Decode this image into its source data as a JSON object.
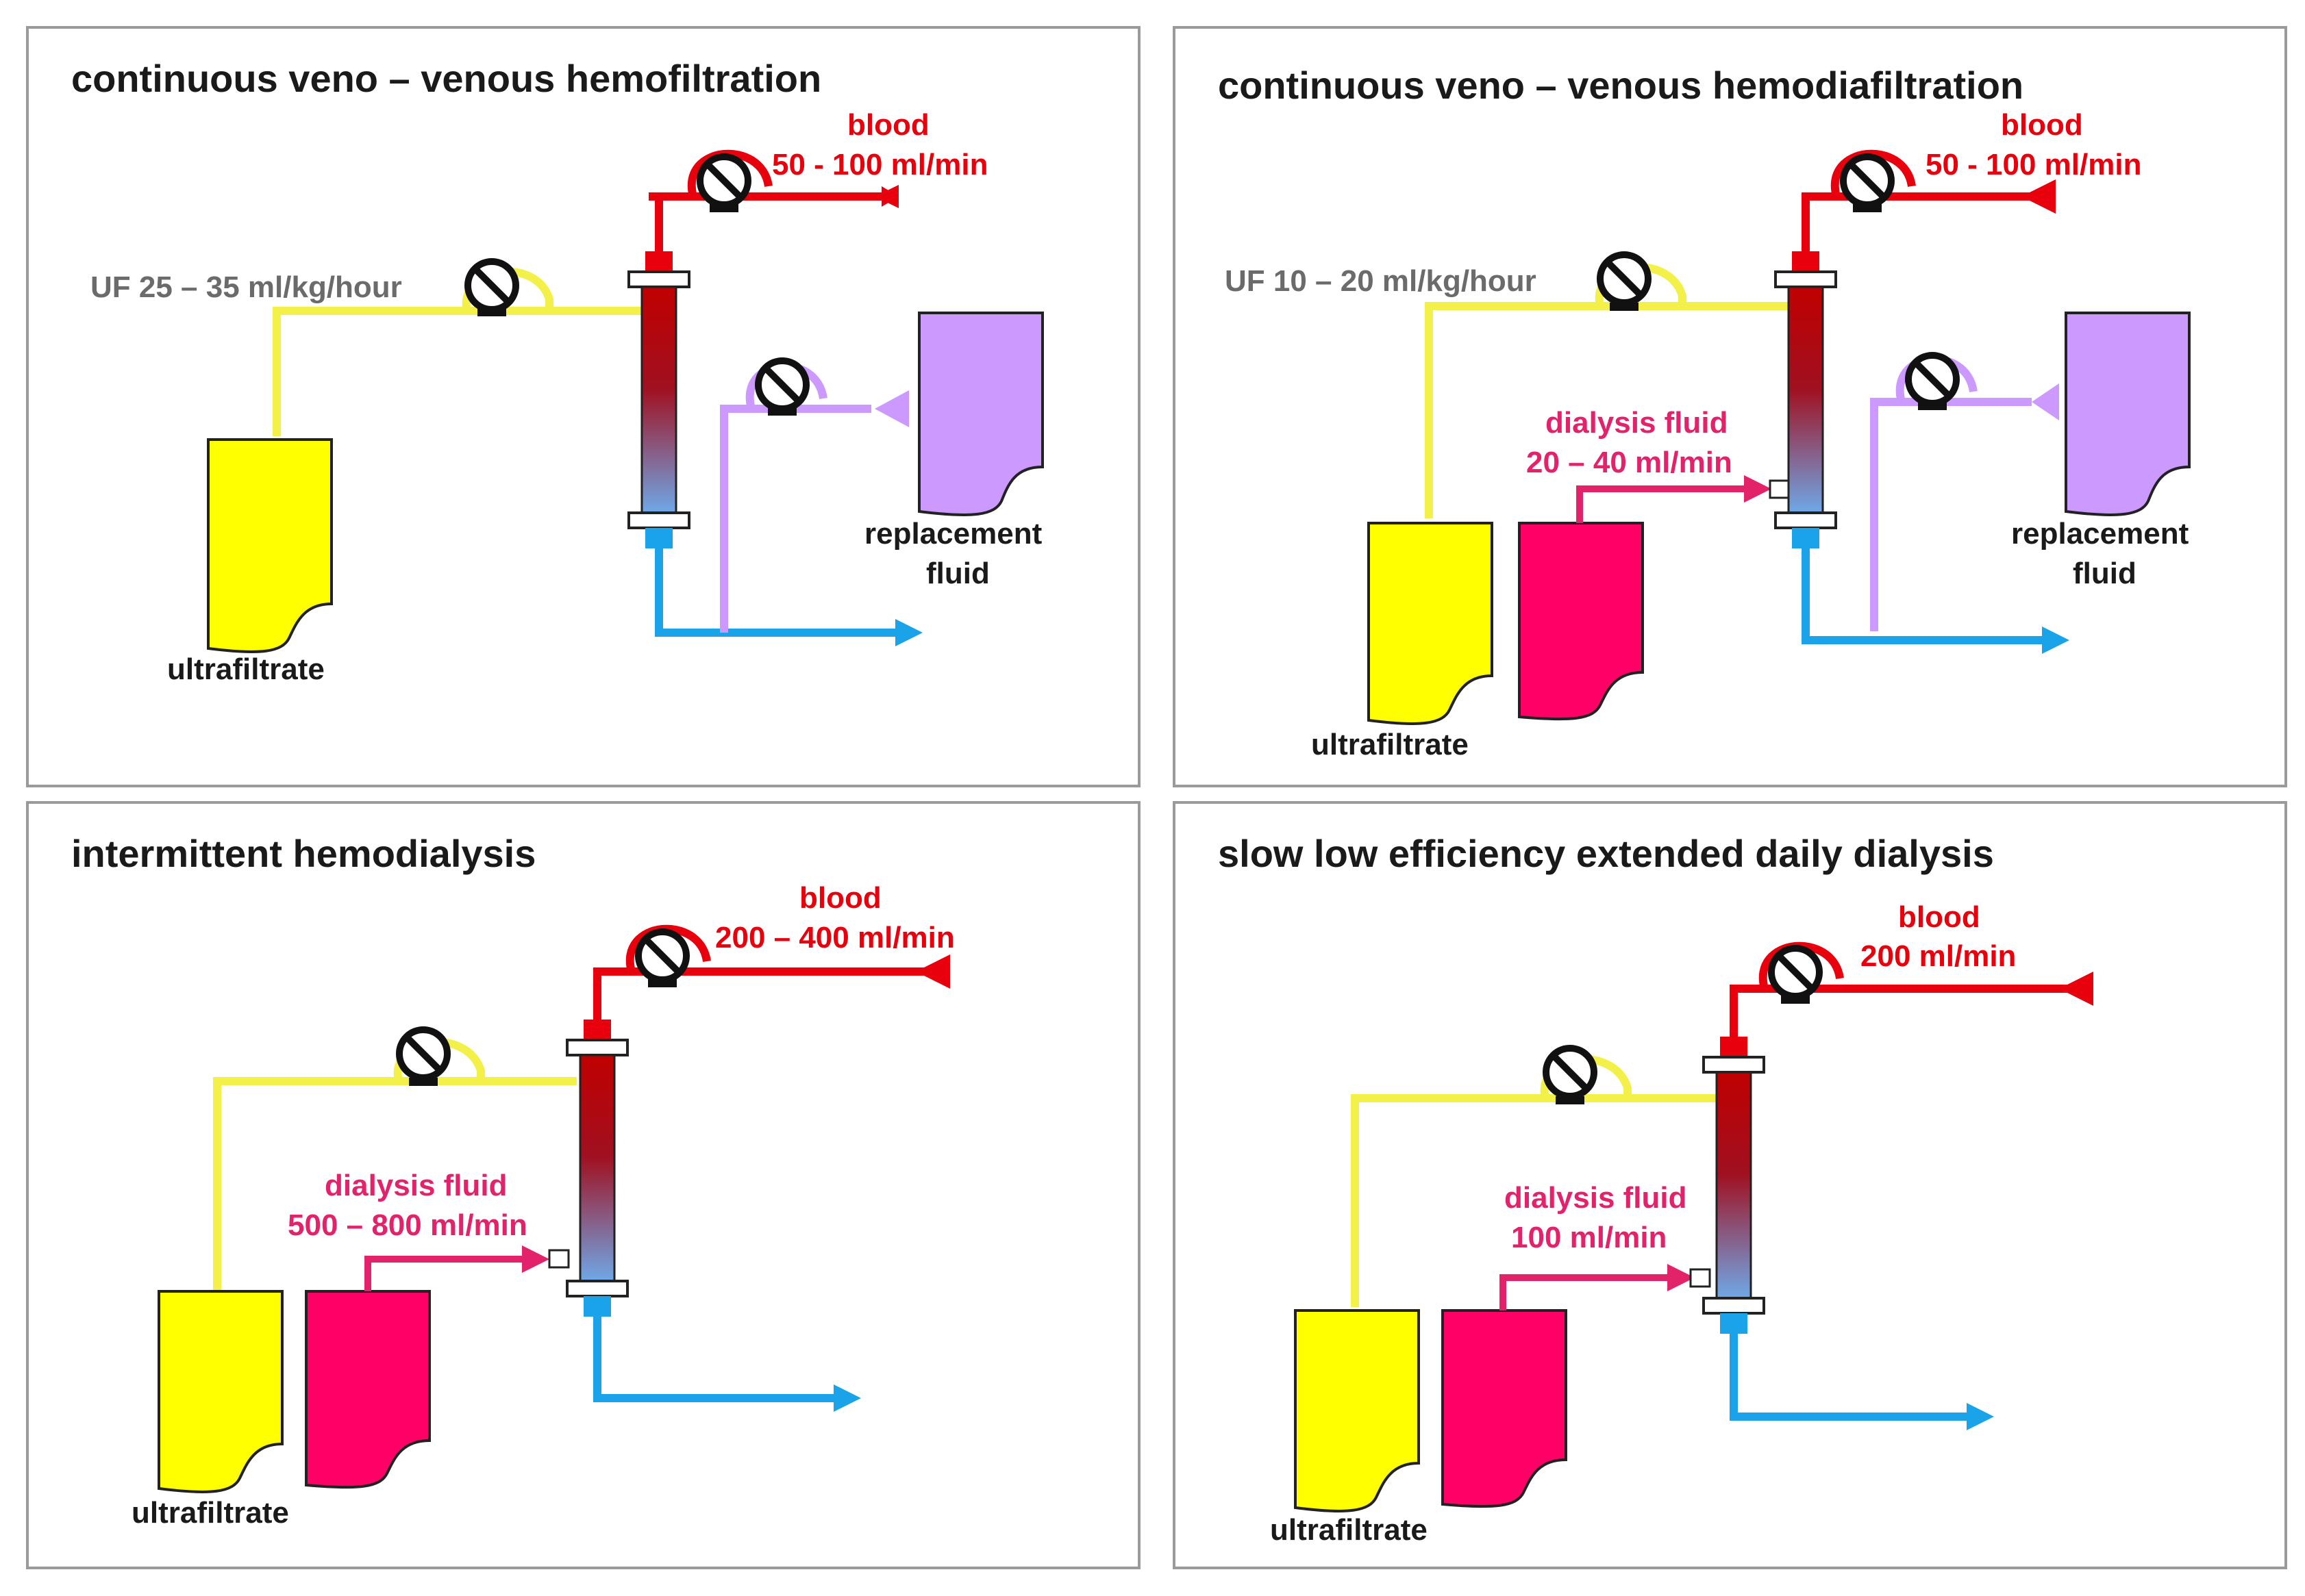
{
  "panels": [
    {
      "title": "continuous veno – venous hemofiltration",
      "blood_label": "blood",
      "blood_rate": "50 - 100 ml/min",
      "uf_label": "UF 25 – 35 ml/kg/hour",
      "replacement_label_1": "replacement",
      "replacement_label_2": "fluid",
      "ultrafiltrate_label": "ultrafiltrate"
    },
    {
      "title": "continuous veno – venous hemodiafiltration",
      "blood_label": "blood",
      "blood_rate": "50 - 100 ml/min",
      "uf_label": "UF 10 – 20 ml/kg/hour",
      "dialysis_label": "dialysis fluid",
      "dialysis_rate": "20 – 40 ml/min",
      "replacement_label_1": "replacement",
      "replacement_label_2": "fluid",
      "ultrafiltrate_label": "ultrafiltrate"
    },
    {
      "title": "intermittent hemodialysis",
      "blood_label": "blood",
      "blood_rate": "200 – 400 ml/min",
      "dialysis_label": "dialysis fluid",
      "dialysis_rate": "500 – 800 ml/min",
      "ultrafiltrate_label": "ultrafiltrate"
    },
    {
      "title": "slow low efficiency extended daily dialysis",
      "blood_label": "blood",
      "blood_rate": "200 ml/min",
      "dialysis_label": "dialysis fluid",
      "dialysis_rate": "100 ml/min",
      "ultrafiltrate_label": "ultrafiltrate"
    }
  ],
  "colors": {
    "blood_line": "#e8000c",
    "ultrafiltrate": "#ffff00",
    "ultrafiltrate_line": "#f4f04a",
    "replacement": "#cc99ff",
    "dialysis_fluid": "#ff0066",
    "return_line": "#1aa3e8",
    "panel_border": "#9a9a9a"
  }
}
